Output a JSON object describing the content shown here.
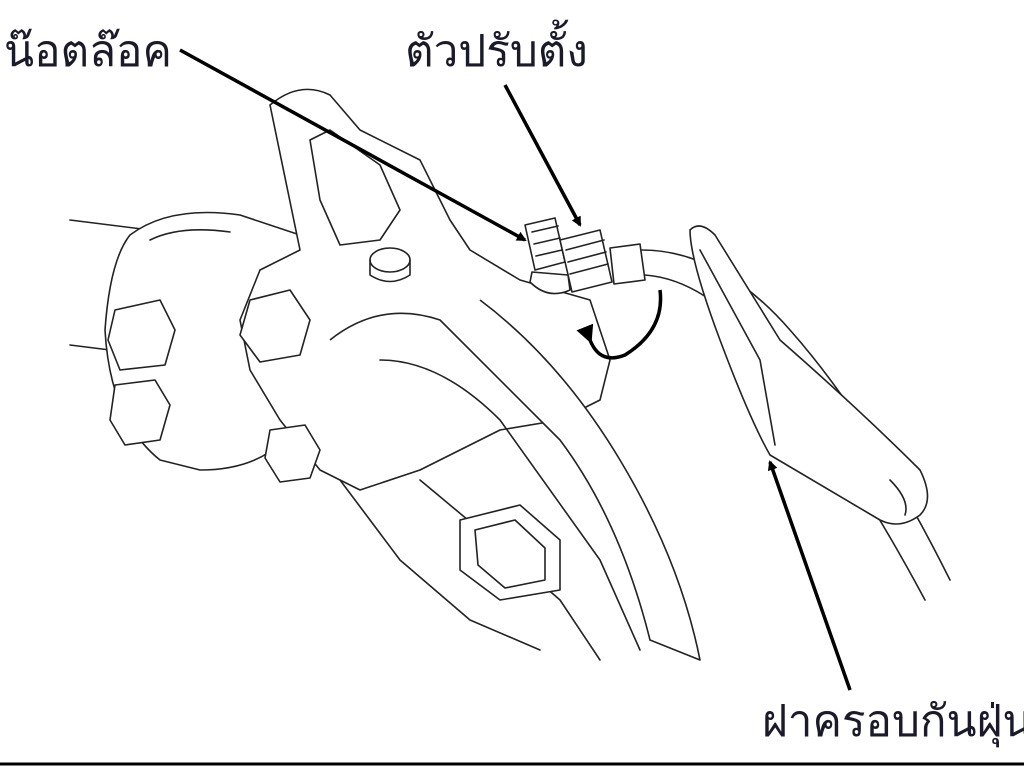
{
  "labels": {
    "lock_nut": "น๊อตล๊อค",
    "adjuster": "ตัวปรับตั้ง",
    "dust_cover": "ฝาครอบกันฝุ่น"
  }
}
